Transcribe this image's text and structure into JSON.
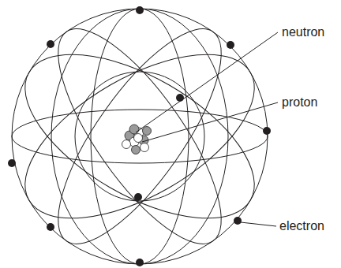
{
  "diagram": {
    "labels": [
      "neutron",
      "proton",
      "electron"
    ]
  }
}
